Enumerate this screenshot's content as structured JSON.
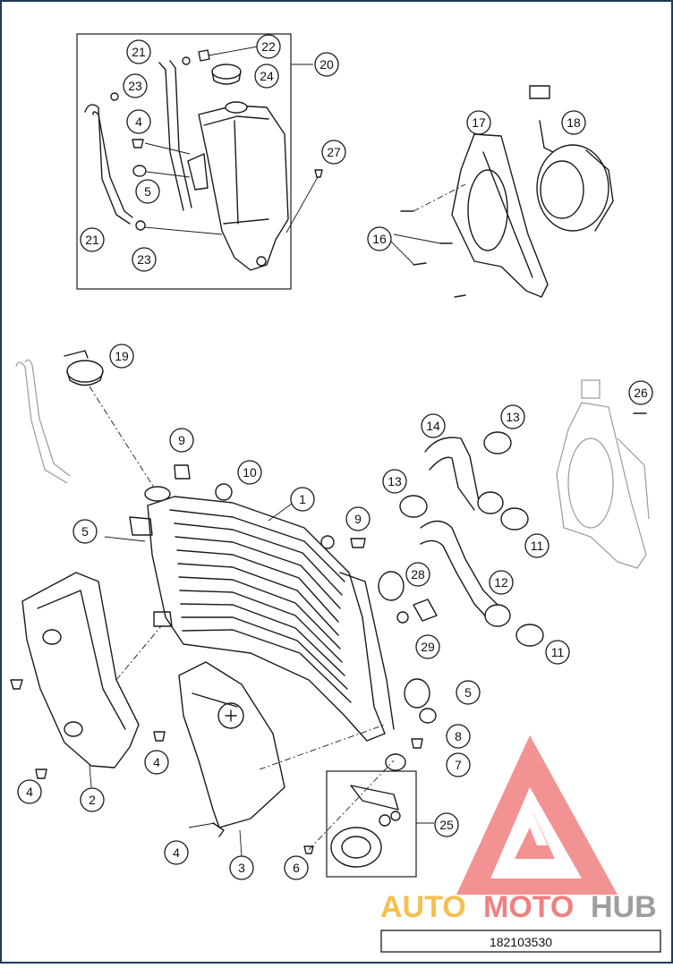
{
  "callouts": [
    "1",
    "2",
    "3",
    "4",
    "5",
    "6",
    "7",
    "8",
    "9",
    "10",
    "11",
    "12",
    "13",
    "14",
    "16",
    "17",
    "18",
    "19",
    "20",
    "21",
    "22",
    "23",
    "24",
    "25",
    "26",
    "27",
    "28",
    "29"
  ],
  "reference_number": "182103530",
  "watermark": {
    "brand_part1": "AUTO",
    "brand_part2": "MOTO",
    "brand_part3": "HUB",
    "color_primary": "#f08080",
    "color_secondary": "#f6c050",
    "color_tertiary": "#9e9e9e"
  },
  "colors": {
    "line": "#1a1a1a",
    "frame": "#1f3a5a"
  }
}
